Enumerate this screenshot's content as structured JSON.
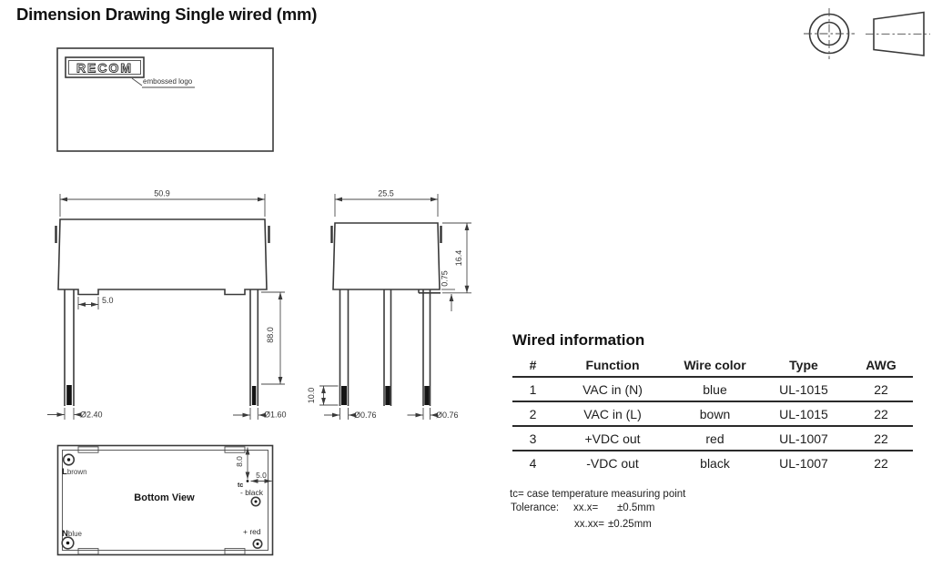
{
  "title": "Dimension Drawing Single wired (mm)",
  "colors": {
    "line": "#3a3a3a",
    "text": "#1d1d1d"
  },
  "top_view": {
    "logo_text": "RECOM",
    "embossed_label": "embossed logo"
  },
  "front_view": {
    "dim_width": "50.9",
    "dim_notch": "5.0",
    "dim_wire_length": "88.0",
    "dim_wire_dia_left": "Ø2.40",
    "dim_wire_dia_right": "Ø1.60"
  },
  "side_view": {
    "dim_width": "25.5",
    "dim_height": "16.4",
    "dim_standoff": "0.75",
    "dim_strip": "10.0",
    "dim_wire_dia_1": "Ø0.76",
    "dim_wire_dia_2": "Ø0.76"
  },
  "bottom_view": {
    "label": "Bottom View",
    "pin_l_letter": "L",
    "pin_l_color": "brown",
    "pin_n_letter": "N",
    "pin_n_color": "blue",
    "pin_minus_label": "- black",
    "pin_plus_label": "+ red",
    "dim_tc_vertical": "8.0",
    "dim_tc_horizontal": "5.0",
    "tc_label": "tc"
  },
  "wired_info": {
    "title": "Wired information",
    "columns": [
      "#",
      "Function",
      "Wire color",
      "Type",
      "AWG"
    ],
    "rows": [
      {
        "num": "1",
        "function": "VAC in (N)",
        "wire_color": "blue",
        "type": "UL-1015",
        "awg": "22"
      },
      {
        "num": "2",
        "function": "VAC in (L)",
        "wire_color": "bown",
        "type": "UL-1015",
        "awg": "22"
      },
      {
        "num": "3",
        "function": "+VDC out",
        "wire_color": "red",
        "type": "UL-1007",
        "awg": "22"
      },
      {
        "num": "4",
        "function": "-VDC out",
        "wire_color": "black",
        "type": "UL-1007",
        "awg": "22"
      }
    ]
  },
  "notes": {
    "tc_note": "tc= case temperature measuring point",
    "tolerance_label": "Tolerance:",
    "tol1_expr": "xx.x=",
    "tol1_val": "±0.5mm",
    "tol2_expr": "xx.xx=",
    "tol2_val": "±0.25mm"
  }
}
